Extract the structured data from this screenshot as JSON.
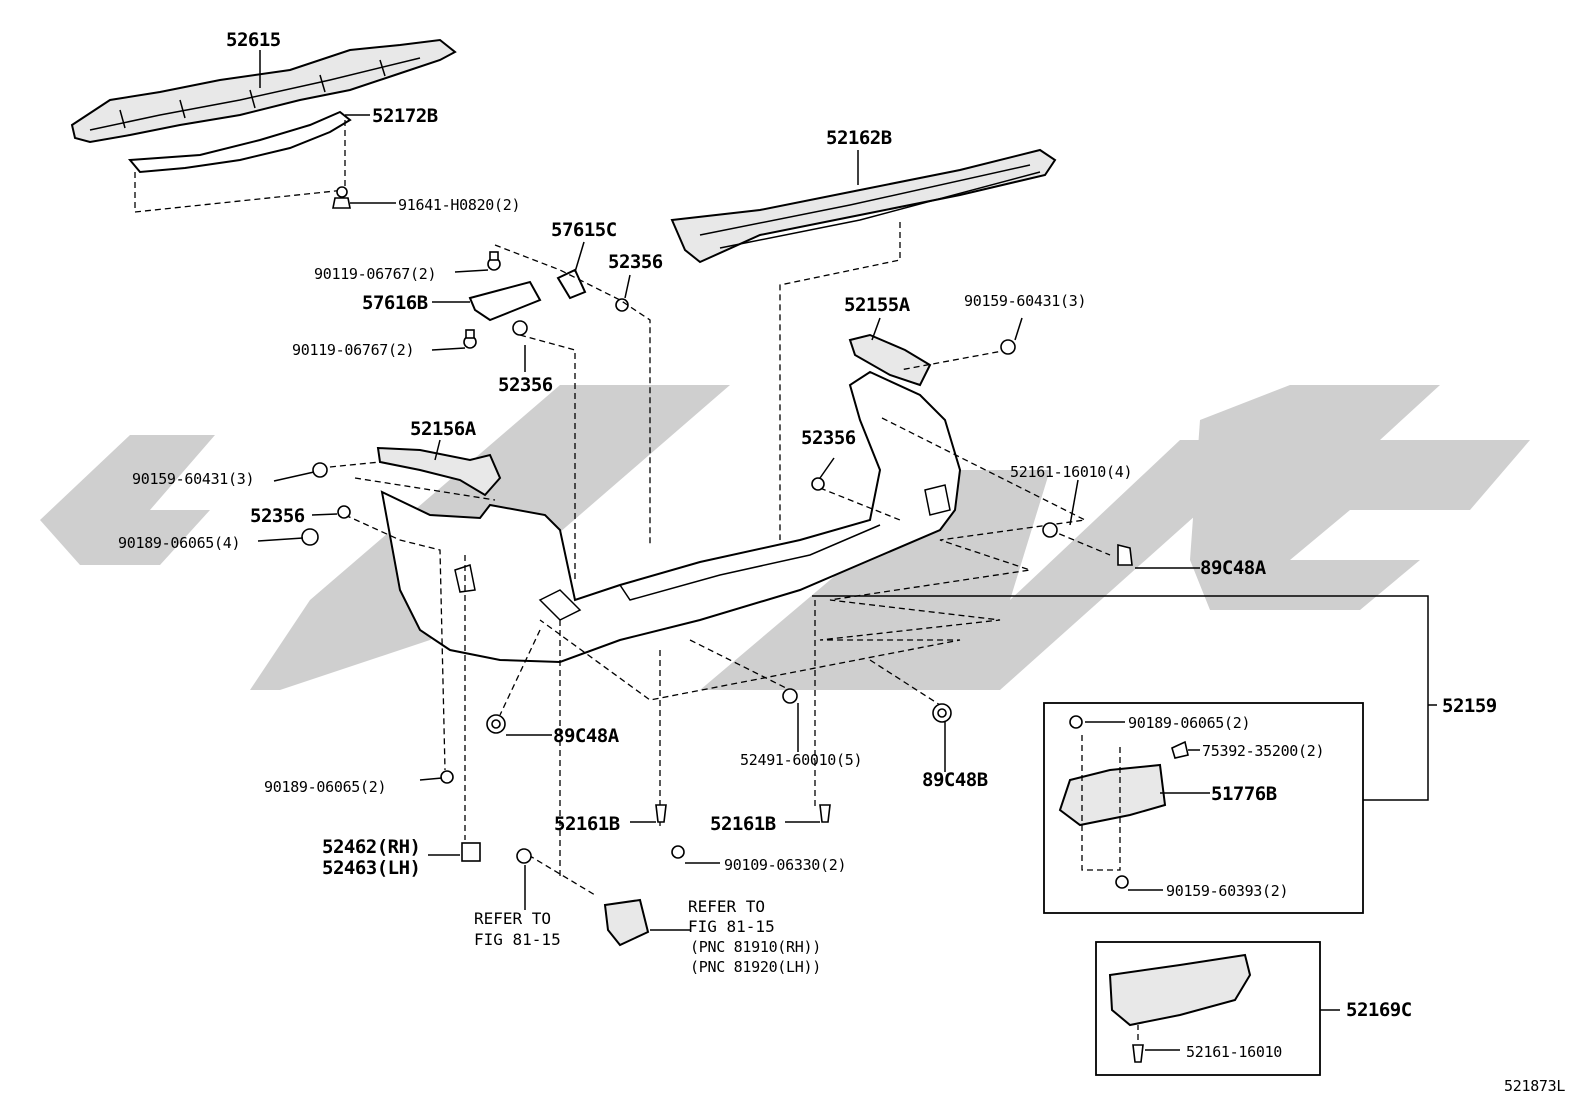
{
  "diagram_id": "521873L",
  "labels": {
    "p52615": "52615",
    "p52172B": "52172B",
    "p91641": "91641-H0820(2)",
    "p52162B": "52162B",
    "p57615C": "57615C",
    "p52356_a": "52356",
    "p90119_a": "90119-06767(2)",
    "p57616B": "57616B",
    "p90119_b": "90119-06767(2)",
    "p52356_b": "52356",
    "p52155A": "52155A",
    "p90159_a": "90159-60431(3)",
    "p52156A": "52156A",
    "p90159_b": "90159-60431(3)",
    "p52356_c": "52356",
    "p52356_d": "52356",
    "p52161_16010_4": "52161-16010(4)",
    "p90189_a": "90189-06065(4)",
    "p89C48A_a": "89C48A",
    "p52159": "52159",
    "p89C48A_b": "89C48A",
    "p52491": "52491-60010(5)",
    "p89C48B": "89C48B",
    "p90189_b": "90189-06065(2)",
    "p90189_c": "90189-06065(2)",
    "p75392": "75392-35200(2)",
    "p51776B": "51776B",
    "p52161B_a": "52161B",
    "p52161B_b": "52161B",
    "p90109": "90109-06330(2)",
    "p52462": "52462(RH)",
    "p52463": "52463(LH)",
    "p90159_c": "90159-60393(2)",
    "ref1_line1": "REFER TO",
    "ref1_line2": "FIG 81-15",
    "ref2_line1": "REFER TO",
    "ref2_line2": "FIG 81-15",
    "ref2_line3": "(PNC 81910(RH))",
    "ref2_line4": "(PNC 81920(LH))",
    "p52169C": "52169C",
    "p52161_16010": "52161-16010"
  }
}
